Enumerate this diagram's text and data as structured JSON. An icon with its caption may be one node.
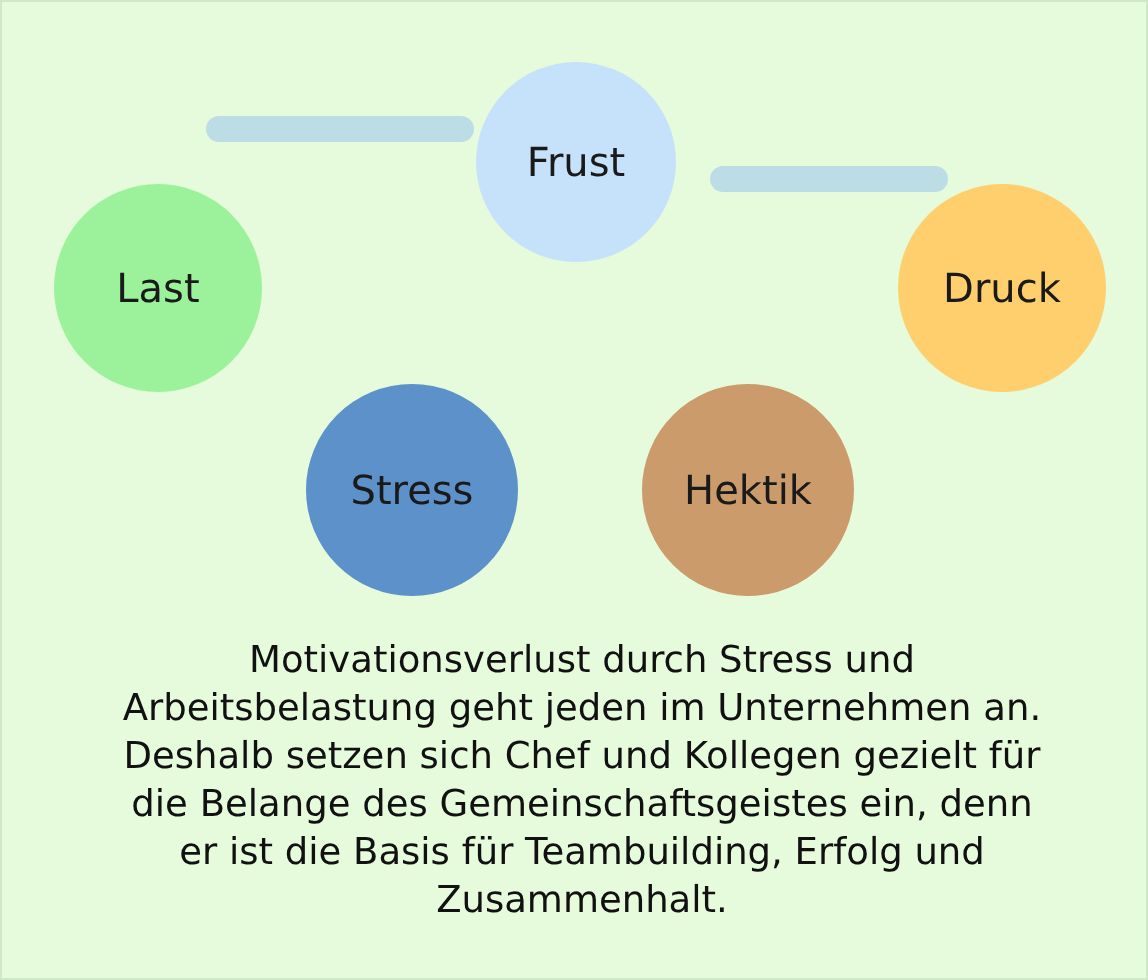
{
  "diagram": {
    "caption": "Motivationsverlust durch Stress und Arbeitsbelastung geht jeden im Unternehmen an. Deshalb setzen sich Chef und Kollegen gezielt für die Belange des Gemeinschaftsgeistes ein, denn er ist die Basis für Teambuilding, Erfolg und Zusammenhalt.",
    "nodes": [
      {
        "text": [],
        "shape": "bar"
      },
      {
        "text": [
          "Frust"
        ]
      },
      {
        "text": [],
        "shape": "bar"
      },
      {
        "text": [
          "Last"
        ]
      },
      {
        "text": [
          "Druck"
        ]
      },
      {
        "text": [
          "Stress"
        ]
      },
      {
        "text": [
          "Hektik"
        ]
      }
    ]
  }
}
